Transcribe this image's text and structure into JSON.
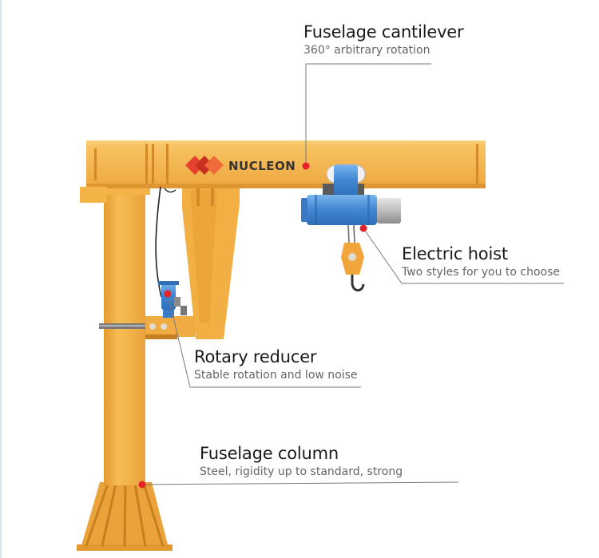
{
  "brand": {
    "logo_text": "NUCLEON"
  },
  "callouts": {
    "cantilever": {
      "title": "Fuselage cantilever",
      "subtitle": "360° arbitrary rotation"
    },
    "hoist": {
      "title": "Electric hoist",
      "subtitle": "Two styles for you to choose"
    },
    "reducer": {
      "title": "Rotary reducer",
      "subtitle": "Stable rotation and low noise"
    },
    "column": {
      "title": "Fuselage column",
      "subtitle": "Steel, rigidity up to standard, strong"
    }
  },
  "colors": {
    "crane_yellow": "#f4b448",
    "crane_shadow": "#e39a2e",
    "hoist_blue": "#4a8fd6",
    "hook_orange": "#f2a53a",
    "marker_red": "#e8202a",
    "leader_line": "#7a7a7a"
  }
}
